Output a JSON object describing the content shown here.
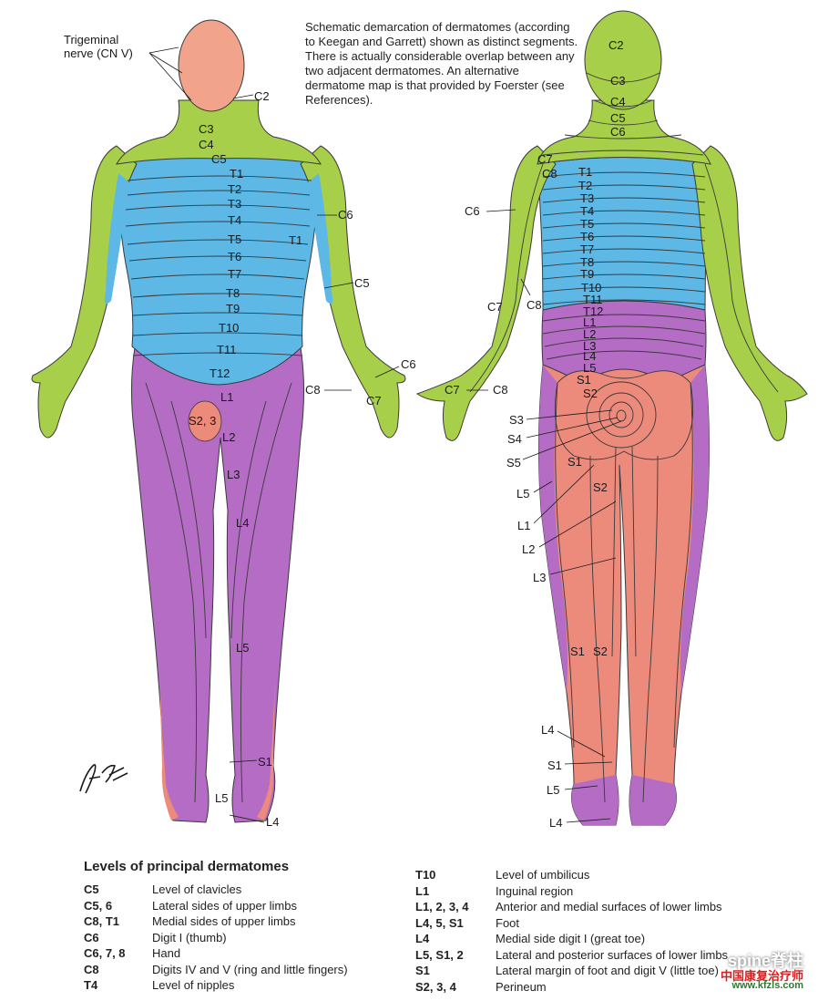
{
  "figure": {
    "caption": "Schematic demarcation of dermatomes (according to Keegan and Garrett) shown as distinct segments. There is actually considerable overlap between any two adjacent dermatomes. An alternative dermatome map is that provided by Foerster (see References).",
    "trigeminal_label_1": "Trigeminal",
    "trigeminal_label_2": "nerve (CN V)",
    "colors": {
      "cervical": "#a7cf4a",
      "thoracic": "#5db8e6",
      "lumbar": "#b46cc4",
      "sacral": "#ec8a7c",
      "face": "#f2a38c",
      "line": "#3a3a3a"
    },
    "front_labels": {
      "c2": "C2",
      "c3": "C3",
      "c4": "C4",
      "c5": "C5",
      "c6": "C6",
      "t1_arm": "T1",
      "c5_arm": "C5",
      "c6_hand": "C6",
      "c7_hand": "C7",
      "c8_hand": "C8",
      "t1": "T1",
      "t2": "T2",
      "t3": "T3",
      "t4": "T4",
      "t5": "T5",
      "t6": "T6",
      "t7": "T7",
      "t8": "T8",
      "t9": "T9",
      "t10": "T10",
      "t11": "T11",
      "t12": "T12",
      "l1": "L1",
      "s23": "S2, 3",
      "l2": "L2",
      "l3": "L3",
      "l4": "L4",
      "l5": "L5",
      "s1": "S1",
      "l5_foot": "L5",
      "l4_foot": "L4"
    },
    "back_labels": {
      "c2": "C2",
      "c3": "C3",
      "c4": "C4",
      "c5": "C5",
      "c6": "C6",
      "c7": "C7",
      "c8": "C8",
      "c6_arm": "C6",
      "c7_arm": "C7",
      "c8_arm": "C8",
      "c7_hand": "C7",
      "c8_hand": "C8",
      "t1": "T1",
      "t2": "T2",
      "t3": "T3",
      "t4": "T4",
      "t5": "T5",
      "t6": "T6",
      "t7": "T7",
      "t8": "T8",
      "t9": "T9",
      "t10": "T10",
      "t11": "T11",
      "t12": "T12",
      "l1": "L1",
      "l2": "L2",
      "l3": "L3",
      "l4": "L4",
      "l5": "L5",
      "s1": "S1",
      "s2": "S2",
      "s3": "S3",
      "s4": "S4",
      "s5": "S5",
      "s1_buttock": "S1",
      "s2_buttock": "S2",
      "l5_leg": "L5",
      "l1_leg": "L1",
      "l2_leg": "L2",
      "l3_leg": "L3",
      "s1_calf": "S1",
      "s2_calf": "S2",
      "l4_ankle": "L4",
      "s1_ankle": "S1",
      "l5_ankle": "L5",
      "l4_foot": "L4"
    }
  },
  "legend": {
    "title": "Levels of principal dermatomes",
    "left": [
      {
        "level": "C5",
        "desc": "Level of clavicles"
      },
      {
        "level": "C5, 6",
        "desc": "Lateral sides of upper limbs"
      },
      {
        "level": "C8, T1",
        "desc": "Medial sides of upper limbs"
      },
      {
        "level": "C6",
        "desc": "Digit I (thumb)"
      },
      {
        "level": "C6, 7, 8",
        "desc": "Hand"
      },
      {
        "level": "C8",
        "desc": "Digits IV and V (ring and little fingers)"
      },
      {
        "level": "T4",
        "desc": "Level of nipples"
      }
    ],
    "right": [
      {
        "level": "T10",
        "desc": "Level of umbilicus"
      },
      {
        "level": "L1",
        "desc": "Inguinal region"
      },
      {
        "level": "L1, 2, 3, 4",
        "desc": "Anterior and medial surfaces of lower limbs"
      },
      {
        "level": "L4, 5, S1",
        "desc": "Foot"
      },
      {
        "level": "L4",
        "desc": "Medial side digit I (great toe)"
      },
      {
        "level": "L5, S1, 2",
        "desc": "Lateral and posterior surfaces of lower limbs"
      },
      {
        "level": "S1",
        "desc": "Lateral margin of foot and digit V (little toe)"
      },
      {
        "level": "S2, 3, 4",
        "desc": "Perineum"
      }
    ]
  },
  "watermark": {
    "main": "spine脊柱",
    "sub1": "中国康复治疗师",
    "sub2": "www.kfzls.com"
  }
}
